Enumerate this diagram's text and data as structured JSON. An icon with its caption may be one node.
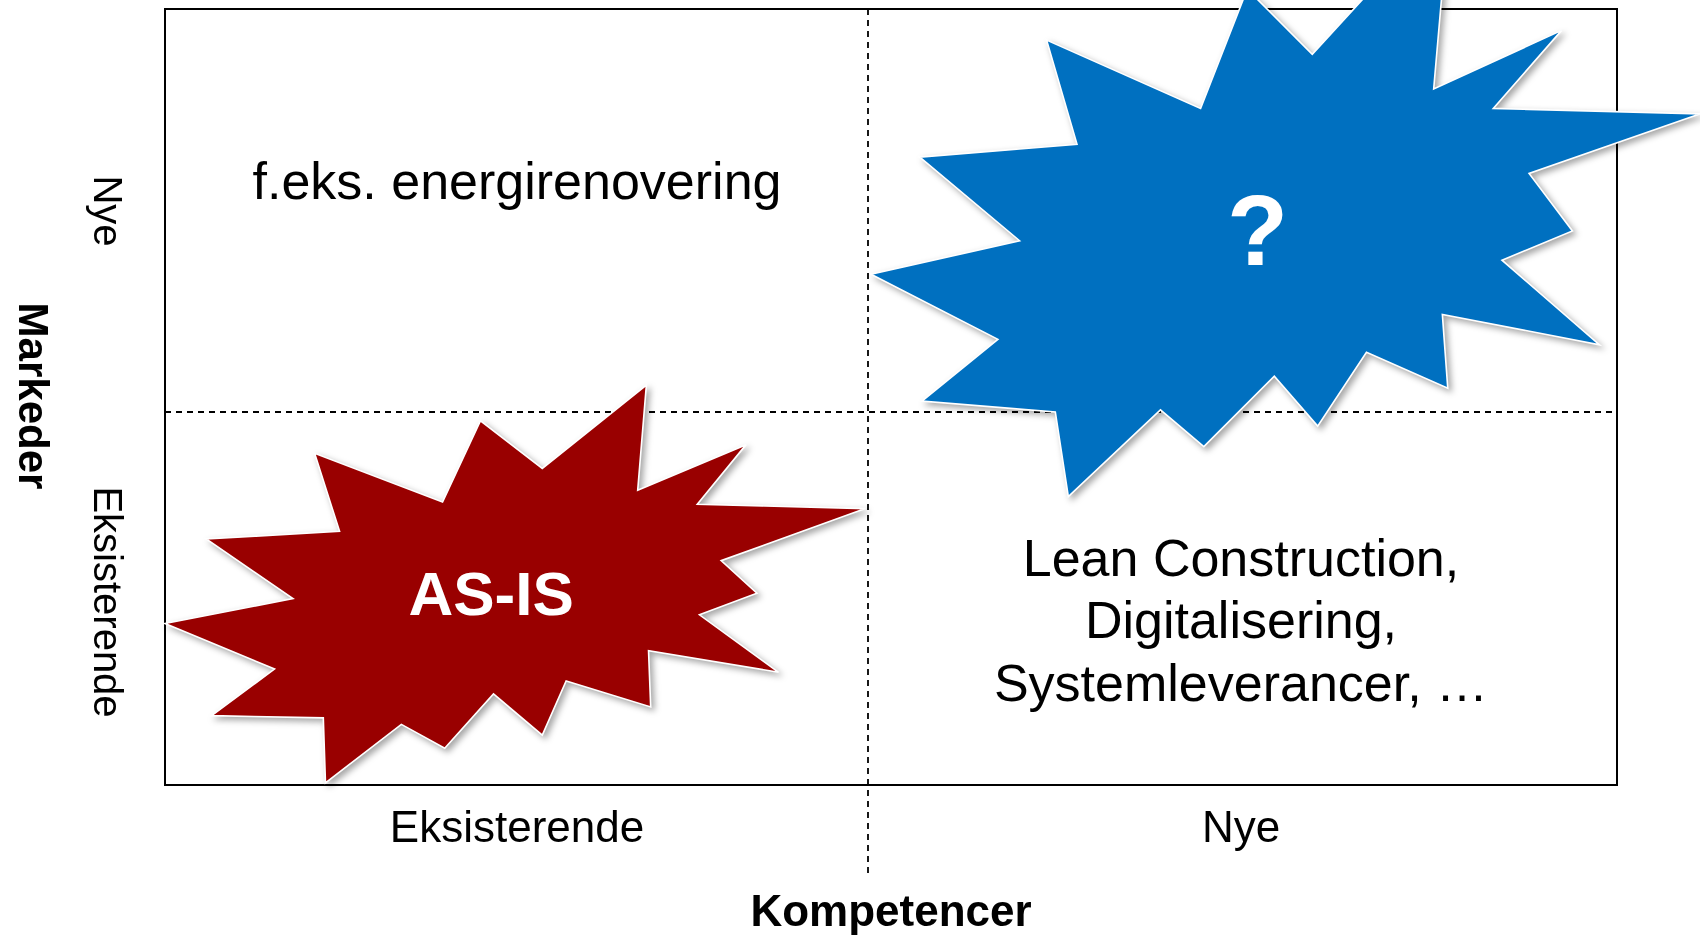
{
  "diagram": {
    "nodes": [
      {
        "text": [
          "?"
        ]
      },
      {
        "text": [
          "AS-IS"
        ]
      }
    ],
    "labels": [
      "Nye",
      "f.eks. energirenovering",
      "Markeder",
      "Eksisterende",
      "Lean Construction, Digitalisering, Systemleverancer, …",
      "Eksisterende",
      "Nye",
      "Kompetencer"
    ]
  }
}
